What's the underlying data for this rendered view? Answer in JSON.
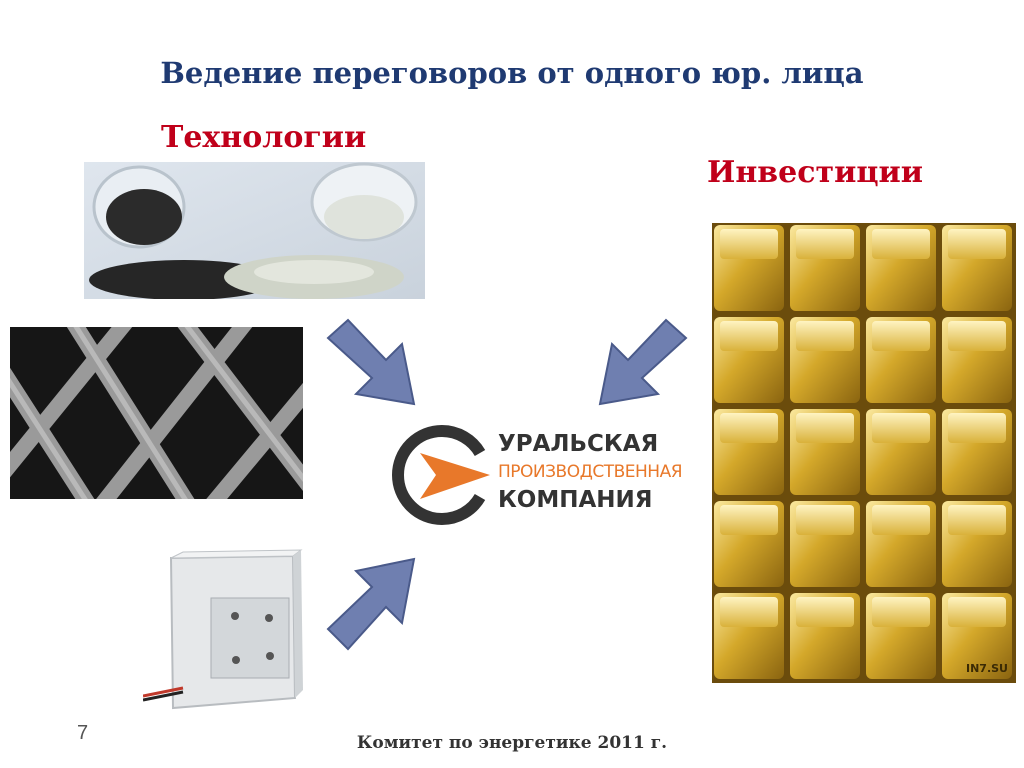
{
  "slide": {
    "title": "Ведение переговоров от одного юр. лица",
    "left_heading": "Технологии",
    "right_heading": "Инвестиции",
    "page_number": "7",
    "footer": "Комитет по энергетике 2011 г."
  },
  "logo": {
    "line1": "УРАЛЬСКАЯ",
    "line2": "ПРОИЗВОДСТВЕННАЯ",
    "line3": "КОМПАНИЯ"
  },
  "photo_watermark": "IN7.SU",
  "colors": {
    "title": "#1f3a72",
    "heading": "#c0001a",
    "arrow": "#6f7fb0",
    "logo_orange": "#e8782a",
    "logo_dark": "#333333"
  }
}
